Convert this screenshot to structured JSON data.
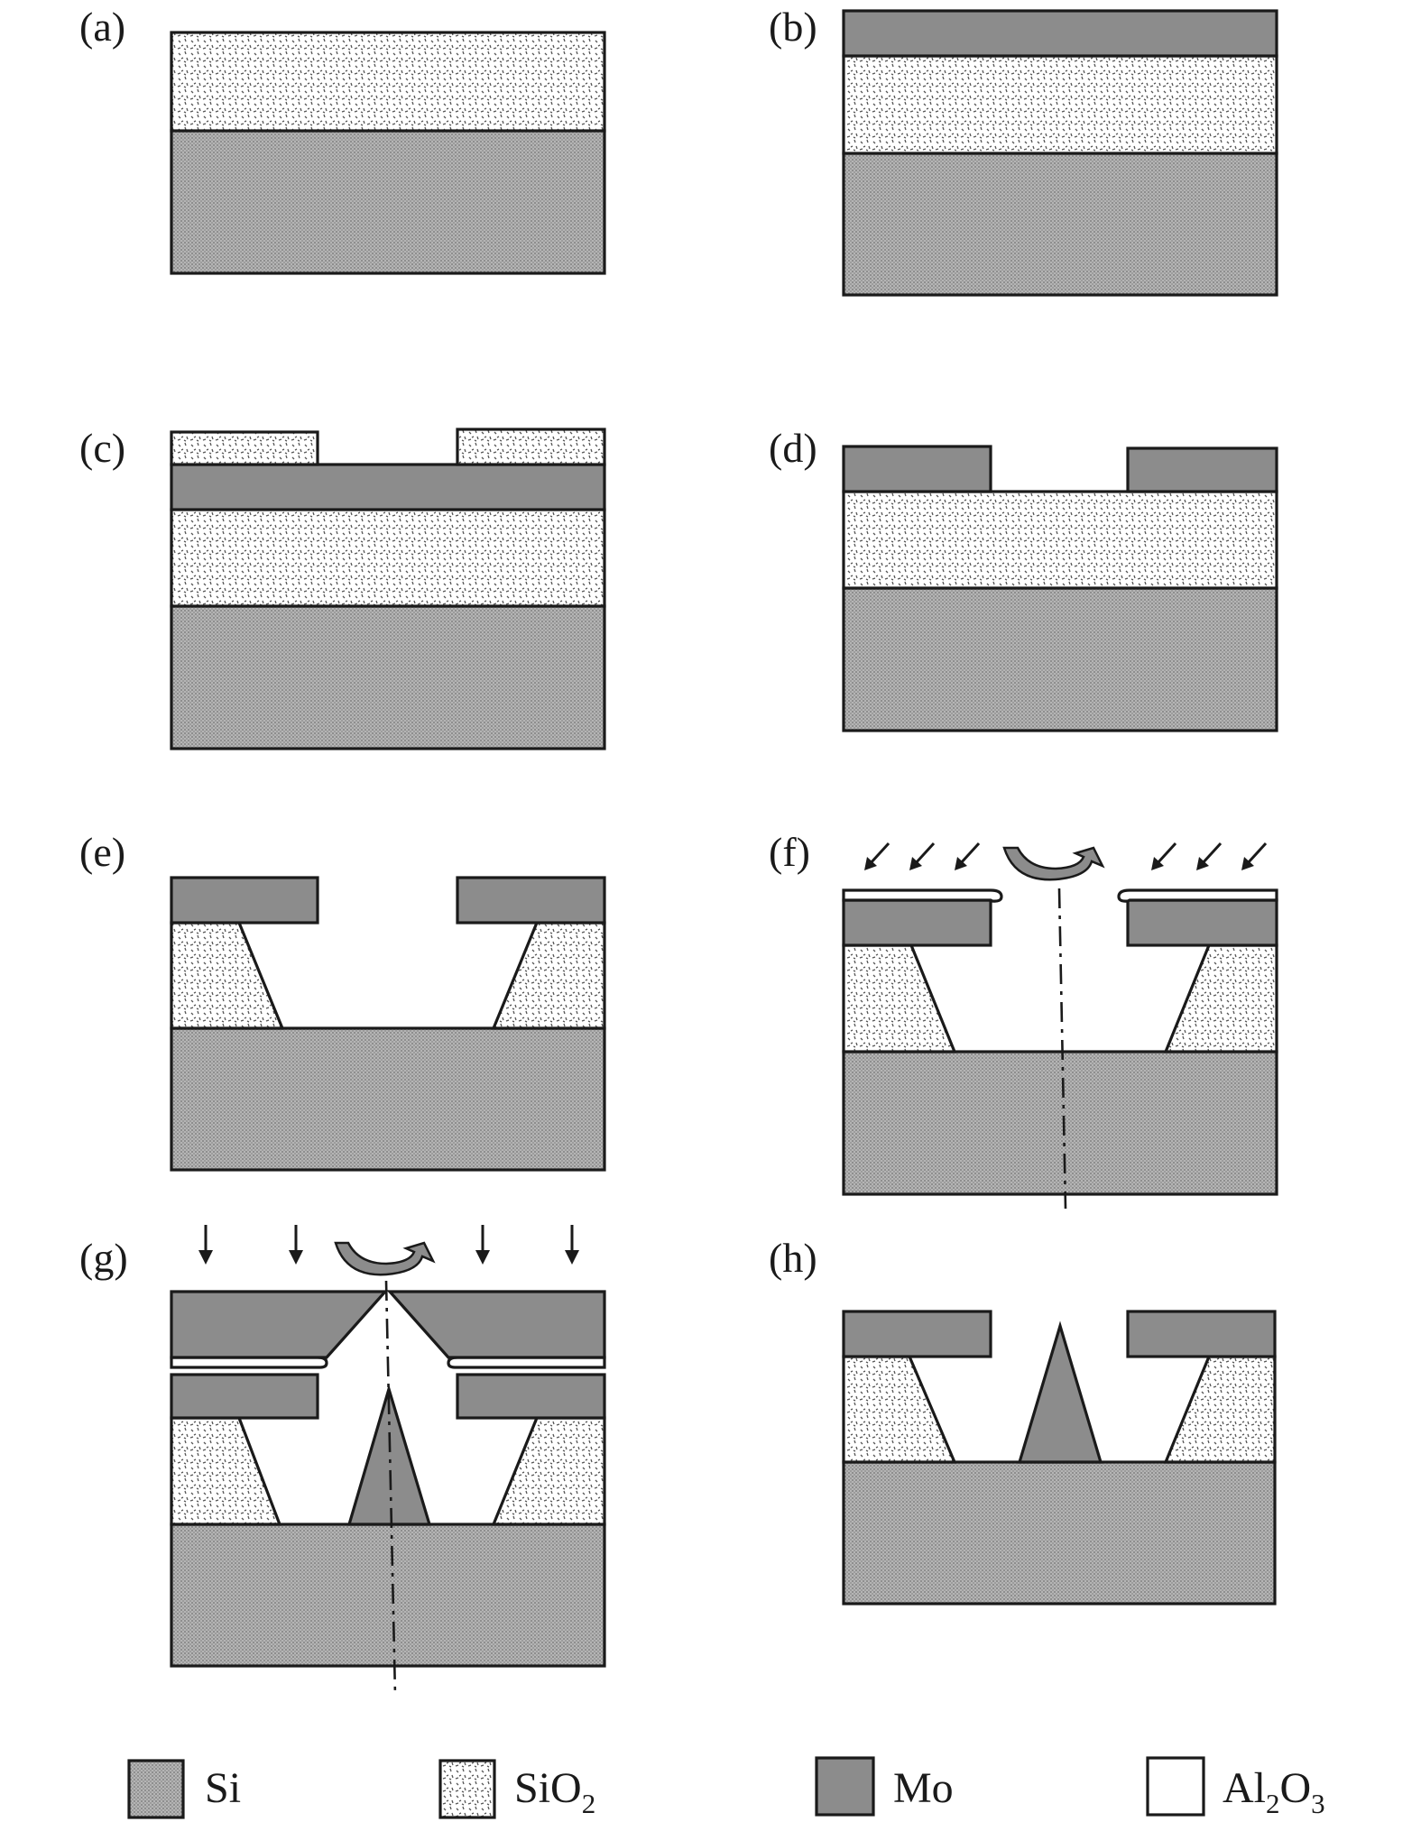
{
  "panels": {
    "a": {
      "label": "(a)"
    },
    "b": {
      "label": "(b)"
    },
    "c": {
      "label": "(c)"
    },
    "d": {
      "label": "(d)"
    },
    "e": {
      "label": "(e)"
    },
    "f": {
      "label": "(f)"
    },
    "g": {
      "label": "(g)"
    },
    "h": {
      "label": "(h)"
    }
  },
  "legend": {
    "si": {
      "name": "Si"
    },
    "sio2": {
      "name": "SiO",
      "sub": "2"
    },
    "mo": {
      "name": "Mo"
    },
    "al2o3": {
      "name": "Al",
      "sub1": "2",
      "mid": "O",
      "sub2": "3"
    }
  },
  "colors": {
    "si": "#a9a9a9",
    "mo": "#8c8c8c",
    "sio2_dots": "#4a4a4a",
    "al2o3": "#ffffff",
    "outline": "#1a1a1a"
  }
}
